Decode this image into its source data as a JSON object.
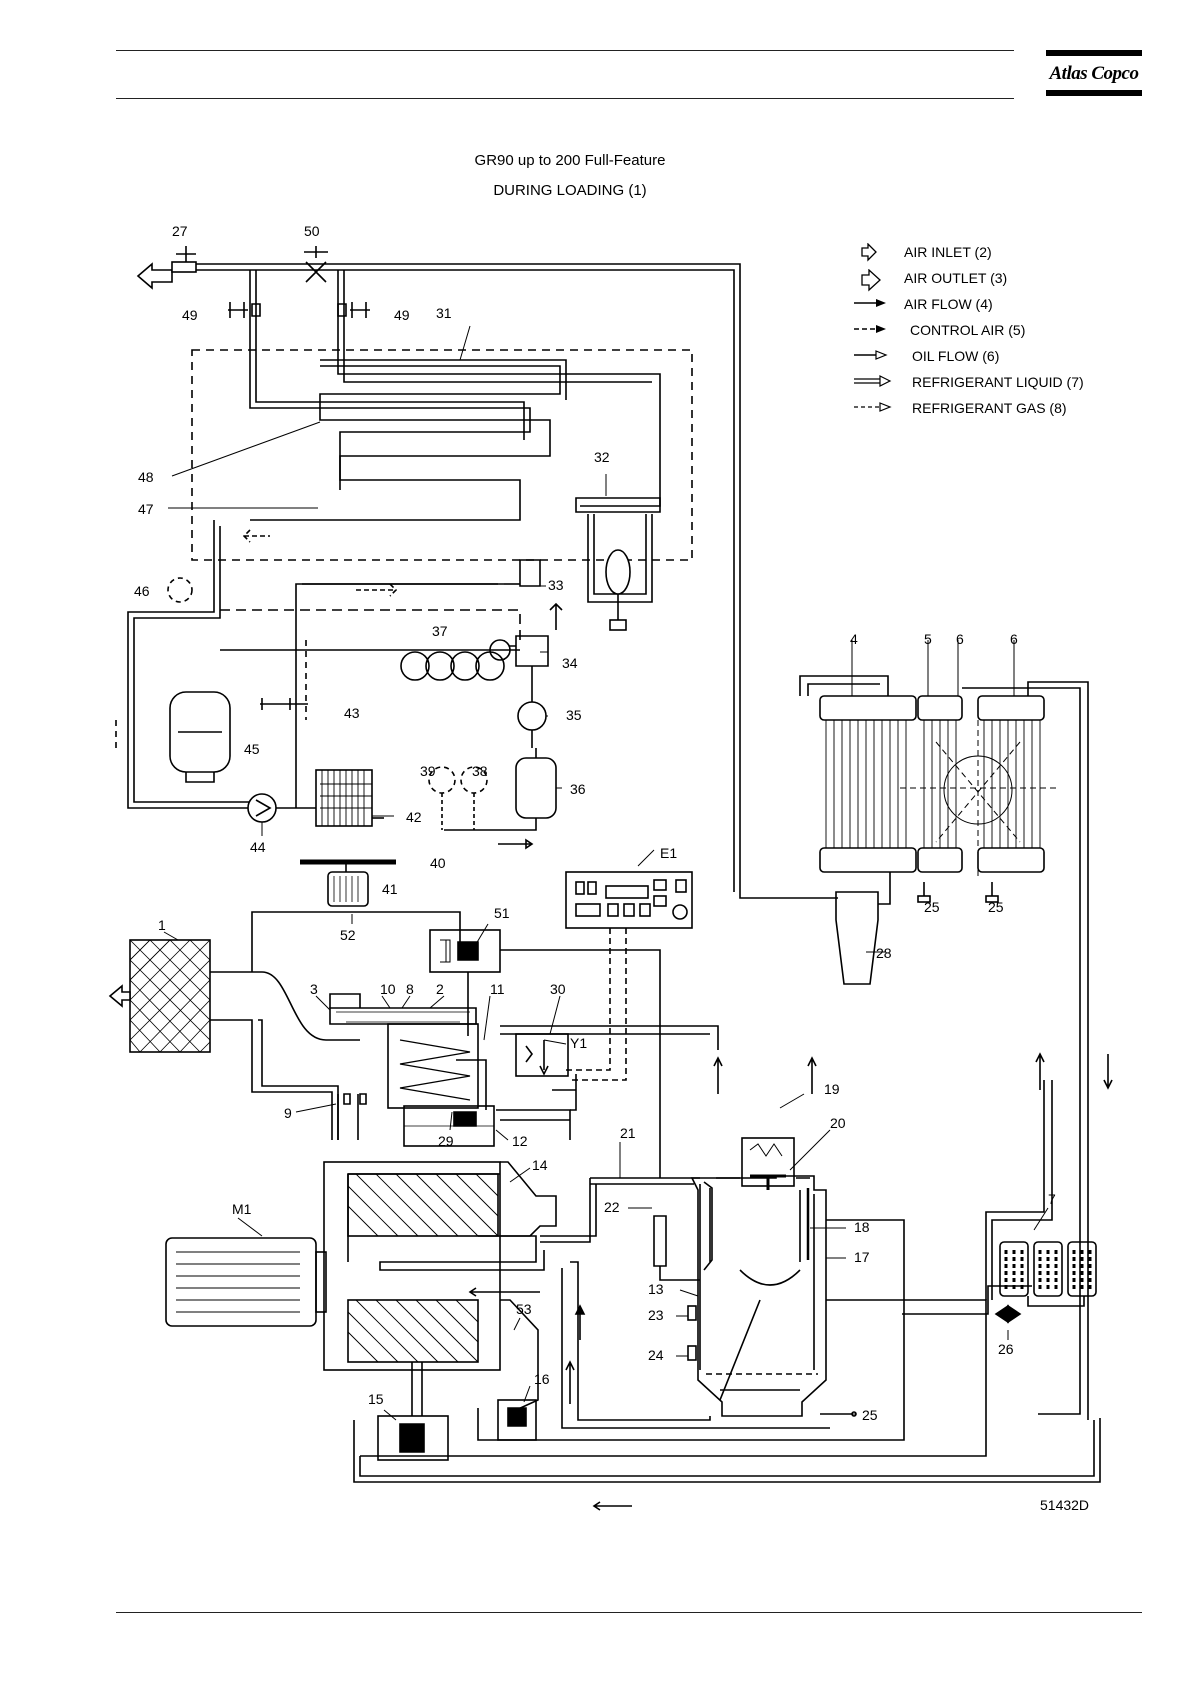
{
  "header": {
    "logo_text": "Atlas Copco"
  },
  "diagram": {
    "title": "GR90 up to 200  Full-Feature",
    "subtitle": "DURING LOADING (1)",
    "drawing_number": "51432D",
    "legend": [
      {
        "symbol": "air-inlet",
        "label": "AIR INLET (2)"
      },
      {
        "symbol": "air-outlet",
        "label": "AIR OUTLET (3)"
      },
      {
        "symbol": "air-flow",
        "label": "AIR FLOW (4)"
      },
      {
        "symbol": "control-air",
        "label": "CONTROL AIR (5)"
      },
      {
        "symbol": "oil-flow",
        "label": "OIL FLOW (6)"
      },
      {
        "symbol": "refrigerant-liquid",
        "label": "REFRIGERANT LIQUID (7)"
      },
      {
        "symbol": "refrigerant-gas",
        "label": "REFRIGERANT GAS (8)"
      }
    ],
    "callouts": {
      "c27": "27",
      "c50": "50",
      "c49a": "49",
      "c49b": "49",
      "c31": "31",
      "c48": "48",
      "c47": "47",
      "c32": "32",
      "c46": "46",
      "c33": "33",
      "c37": "37",
      "c34": "34",
      "c43": "43",
      "c45": "45",
      "c35": "35",
      "c39": "39",
      "c38": "38",
      "c36": "36",
      "c42": "42",
      "c44": "44",
      "c40": "40",
      "c41": "41",
      "c4": "4",
      "c5": "5",
      "c6a": "6",
      "c6b": "6",
      "c25a": "25",
      "c25b": "25",
      "cE1": "E1",
      "c28": "28",
      "c1": "1",
      "c52": "52",
      "c51": "51",
      "c3": "3",
      "c10": "10",
      "c8": "8",
      "c2": "2",
      "c11": "11",
      "c30": "30",
      "cY1": "Y1",
      "c9": "9",
      "c29": "29",
      "c12": "12",
      "c21": "21",
      "c19": "19",
      "c20": "20",
      "c14": "14",
      "cM1": "M1",
      "c22": "22",
      "c18": "18",
      "c17": "17",
      "c7": "7",
      "c13": "13",
      "c23": "23",
      "c24": "24",
      "c26": "26",
      "c53": "53",
      "c16": "16",
      "c15": "15",
      "c25c": "25"
    }
  }
}
